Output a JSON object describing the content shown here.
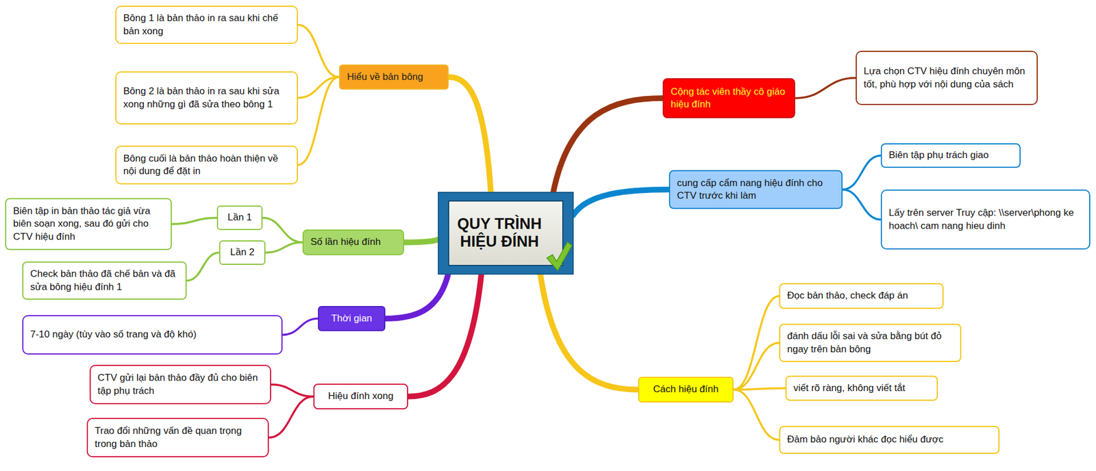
{
  "diagram": {
    "nodes": [
      {
        "text": [
          "QUY TRÌNH HIỆU ĐÍNH"
        ]
      },
      {
        "text": [
          "Hiểu về bản bông"
        ]
      },
      {
        "text": [
          "Bông 1 là bản thảo in ra sau khi chế bản xong"
        ]
      },
      {
        "text": [
          "Bông 2 là bản thảo in ra sau khi sửa xong những gì đã sửa theo bông 1"
        ]
      },
      {
        "text": [
          "Bông cuối là bản thảo hoàn thiện về nội dung để đặt in"
        ]
      },
      {
        "text": [
          "Số lần hiệu đính"
        ]
      },
      {
        "text": [
          "Lần 1"
        ]
      },
      {
        "text": [
          "Biên tập in bản thảo tác giả vừa biên soạn xong, sau đó gửi cho CTV hiệu đính"
        ]
      },
      {
        "text": [
          "Lần 2"
        ]
      },
      {
        "text": [
          "Check bản thảo đã chế bản và đã sửa bông hiệu đính 1"
        ]
      },
      {
        "text": [
          "Thời gian"
        ]
      },
      {
        "text": [
          "7-10 ngày (tùy vào số trang và độ khó)"
        ]
      },
      {
        "text": [
          "Hiệu đính xong"
        ]
      },
      {
        "text": [
          "CTV gửi lại bản thảo đầy đủ cho biên tập phụ trách"
        ]
      },
      {
        "text": [
          "Trao đổi những vấn đề quan trọng trong bản thảo"
        ]
      },
      {
        "text": [
          "Cộng tác viên thầy cô giáo hiệu đính"
        ]
      },
      {
        "text": [
          "Lựa chọn CTV hiệu đính chuyên môn tốt, phù hợp với nội dung của sách"
        ]
      },
      {
        "text": [
          "cung cấp cẩm nang hiệu đính cho CTV trước khi làm"
        ]
      },
      {
        "text": [
          "Biên tập phụ trách giao"
        ]
      },
      {
        "text": [
          "Lấy trên server Truy cập: \\\\server\\phong ke hoach\\ cam nang hieu dinh"
        ]
      },
      {
        "text": [
          "Cách hiệu đính"
        ]
      },
      {
        "text": [
          "Đọc bản thảo, check đáp án"
        ]
      },
      {
        "text": [
          "đánh dấu lỗi sai và sửa bằng bút đỏ ngay trên bản bông"
        ]
      },
      {
        "text": [
          "viết rõ ràng, không viết tắt"
        ]
      },
      {
        "text": [
          "Đảm bảo người khác đọc hiểu được"
        ]
      }
    ],
    "edges": [
      {
        "from": 0,
        "to": 1,
        "arrow": "none"
      },
      {
        "from": 1,
        "to": 2,
        "arrow": "none"
      },
      {
        "from": 1,
        "to": 3,
        "arrow": "none"
      },
      {
        "from": 1,
        "to": 4,
        "arrow": "none"
      },
      {
        "from": 0,
        "to": 5,
        "arrow": "none"
      },
      {
        "from": 5,
        "to": 6,
        "arrow": "none"
      },
      {
        "from": 6,
        "to": 7,
        "arrow": "none"
      },
      {
        "from": 5,
        "to": 8,
        "arrow": "none"
      },
      {
        "from": 8,
        "to": 9,
        "arrow": "none"
      },
      {
        "from": 0,
        "to": 10,
        "arrow": "none"
      },
      {
        "from": 10,
        "to": 11,
        "arrow": "none"
      },
      {
        "from": 0,
        "to": 12,
        "arrow": "none"
      },
      {
        "from": 12,
        "to": 13,
        "arrow": "none"
      },
      {
        "from": 12,
        "to": 14,
        "arrow": "none"
      },
      {
        "from": 0,
        "to": 15,
        "arrow": "none"
      },
      {
        "from": 15,
        "to": 16,
        "arrow": "none"
      },
      {
        "from": 0,
        "to": 17,
        "arrow": "none"
      },
      {
        "from": 17,
        "to": 18,
        "arrow": "none"
      },
      {
        "from": 17,
        "to": 19,
        "arrow": "none"
      },
      {
        "from": 0,
        "to": 20,
        "arrow": "none"
      },
      {
        "from": 20,
        "to": 21,
        "arrow": "none"
      },
      {
        "from": 20,
        "to": 22,
        "arrow": "none"
      },
      {
        "from": 20,
        "to": 23,
        "arrow": "none"
      },
      {
        "from": 20,
        "to": 24,
        "arrow": "none"
      }
    ]
  }
}
